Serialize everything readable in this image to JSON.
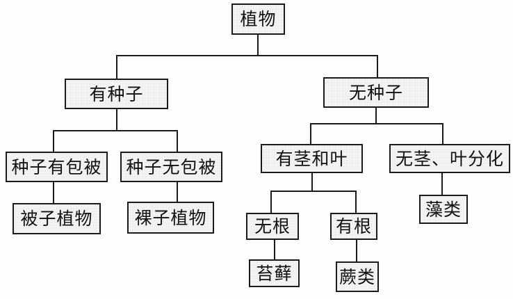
{
  "diagram": {
    "type": "tree",
    "title": "植物",
    "colors": {
      "line": "#1a1a1a",
      "box_border": "#1a1a1a",
      "box_fill": "#f3f3f3",
      "text": "#111111"
    },
    "nodes": {
      "root": "植物",
      "seed": "有种子",
      "no_seed": "无种子",
      "seed_covered": "种子有包被",
      "seed_uncovered": "种子无包被",
      "angiosperm": "被子植物",
      "gymnosperm": "裸子植物",
      "stem_leaf": "有茎和叶",
      "no_stem_leaf": "无茎、叶分化",
      "algae": "藻类",
      "no_root": "无根",
      "has_root": "有根",
      "moss": "苔藓",
      "fern": "蕨类"
    },
    "edges": [
      [
        "植物",
        "有种子"
      ],
      [
        "植物",
        "无种子"
      ],
      [
        "有种子",
        "种子有包被"
      ],
      [
        "有种子",
        "种子无包被"
      ],
      [
        "种子有包被",
        "被子植物"
      ],
      [
        "种子无包被",
        "裸子植物"
      ],
      [
        "无种子",
        "有茎和叶"
      ],
      [
        "无种子",
        "无茎、叶分化"
      ],
      [
        "无茎、叶分化",
        "藻类"
      ],
      [
        "有茎和叶",
        "无根"
      ],
      [
        "有茎和叶",
        "有根"
      ],
      [
        "无根",
        "苔藓"
      ],
      [
        "有根",
        "蕨类"
      ]
    ]
  }
}
